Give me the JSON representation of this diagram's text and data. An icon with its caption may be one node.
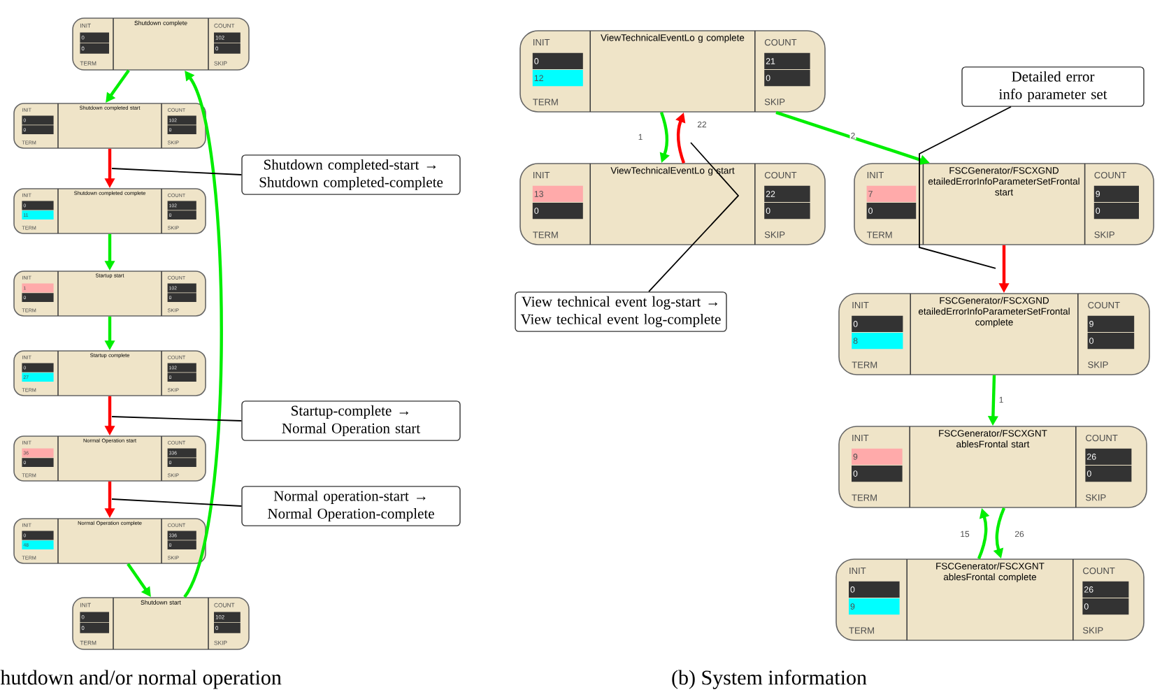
{
  "diagram": {
    "nodes": [
      {
        "text": [
          "INIT",
          "0",
          "0",
          "TERM",
          "Shutdown complete",
          "COUNT",
          "102",
          "0",
          "SKIP"
        ]
      },
      {
        "text": [
          "INIT",
          "0",
          "0",
          "TERM",
          "Shutdown completed start",
          "COUNT",
          "102",
          "0",
          "SKIP"
        ]
      },
      {
        "text": [
          "INIT",
          "0",
          "11",
          "TERM",
          "Shutdown completed complete",
          "COUNT",
          "102",
          "0",
          "SKIP"
        ]
      },
      {
        "text": [
          "INIT",
          "1",
          "0",
          "TERM",
          "Startup start",
          "COUNT",
          "102",
          "0",
          "SKIP"
        ]
      },
      {
        "text": [
          "INIT",
          "0",
          "27",
          "TERM",
          "Startup complete",
          "COUNT",
          "102",
          "0",
          "SKIP"
        ]
      },
      {
        "text": [
          "INIT",
          "36",
          "0",
          "TERM",
          "Normal Operation start",
          "COUNT",
          "336",
          "0",
          "SKIP"
        ]
      },
      {
        "text": [
          "INIT",
          "0",
          "48",
          "TERM",
          "Normal Operation complete",
          "COUNT",
          "336",
          "0",
          "SKIP"
        ]
      },
      {
        "text": [
          "INIT",
          "0",
          "0",
          "TERM",
          "Shutdown start",
          "COUNT",
          "102",
          "0",
          "SKIP"
        ]
      },
      {
        "text": [
          "Shutdown completed-start → Shutdown completed-complete"
        ]
      },
      {
        "text": [
          "Startup-complete → Normal Operation start"
        ]
      },
      {
        "text": [
          "Normal operation-start → Normal Operation-complete"
        ]
      },
      {
        "text": [
          "INIT",
          "0",
          "12",
          "TERM",
          "ViewTechnicalEventLo g complete",
          "COUNT",
          "21",
          "0",
          "SKIP"
        ]
      },
      {
        "text": [
          "INIT",
          "13",
          "0",
          "TERM",
          "ViewTechnicalEventLo g start",
          "COUNT",
          "22",
          "0",
          "SKIP"
        ]
      },
      {
        "text": [
          "INIT",
          "7",
          "0",
          "TERM",
          "FSCGenerator/FSCXGND etailedErrorInfoParameterSetFrontal start",
          "COUNT",
          "9",
          "0",
          "SKIP"
        ]
      },
      {
        "text": [
          "INIT",
          "0",
          "8",
          "TERM",
          "FSCGenerator/FSCXGND etailedErrorInfoParameterSetFrontal complete",
          "COUNT",
          "9",
          "0",
          "SKIP"
        ]
      },
      {
        "text": [
          "INIT",
          "9",
          "0",
          "TERM",
          "FSCGenerator/FSCXGNT ablesFrontal start",
          "COUNT",
          "26",
          "0",
          "SKIP"
        ]
      },
      {
        "text": [
          "INIT",
          "0",
          "9",
          "TERM",
          "FSCGenerator/FSCXGNT ablesFrontal complete",
          "COUNT",
          "26",
          "0",
          "SKIP"
        ]
      },
      {
        "text": [
          "View technical event log-start → View techical event log-complete"
        ]
      },
      {
        "text": [
          "Detailed error info parameter set"
        ]
      }
    ],
    "edges": [
      {
        "from": 0,
        "to": 1,
        "arrow": "to"
      },
      {
        "from": 1,
        "to": 2,
        "arrow": "to",
        "color": "#ff0000"
      },
      {
        "from": 2,
        "to": 3,
        "arrow": "to"
      },
      {
        "from": 3,
        "to": 4,
        "arrow": "to"
      },
      {
        "from": 4,
        "to": 5,
        "arrow": "to",
        "color": "#ff0000"
      },
      {
        "from": 5,
        "to": 6,
        "arrow": "to",
        "color": "#ff0000"
      },
      {
        "from": 6,
        "to": 7,
        "arrow": "to"
      },
      {
        "from": 7,
        "to": 0,
        "arrow": "to"
      },
      {
        "from": 11,
        "to": 12,
        "arrow": "to",
        "label": "1"
      },
      {
        "from": 12,
        "to": 11,
        "arrow": "to",
        "color": "#ff0000",
        "label": "22"
      },
      {
        "from": 11,
        "to": 13,
        "arrow": "to",
        "label": "2"
      },
      {
        "from": 13,
        "to": 14,
        "arrow": "to",
        "color": "#ff0000"
      },
      {
        "from": 14,
        "to": 15,
        "arrow": "to",
        "label": "1"
      },
      {
        "from": 16,
        "to": 15,
        "arrow": "to",
        "label": "15"
      },
      {
        "from": 15,
        "to": 16,
        "arrow": "to",
        "label": "26"
      },
      {
        "from": 8,
        "to": null,
        "arrow": "none",
        "color": "#000000"
      },
      {
        "from": 9,
        "to": null,
        "arrow": "none",
        "color": "#000000"
      },
      {
        "from": 10,
        "to": null,
        "arrow": "none",
        "color": "#000000"
      },
      {
        "from": 17,
        "to": null,
        "arrow": "none",
        "color": "#000000"
      },
      {
        "from": 18,
        "to": null,
        "arrow": "none",
        "color": "#000000"
      }
    ],
    "labels": [
      "hutdown and/or normal operation",
      "(b) System information"
    ]
  }
}
